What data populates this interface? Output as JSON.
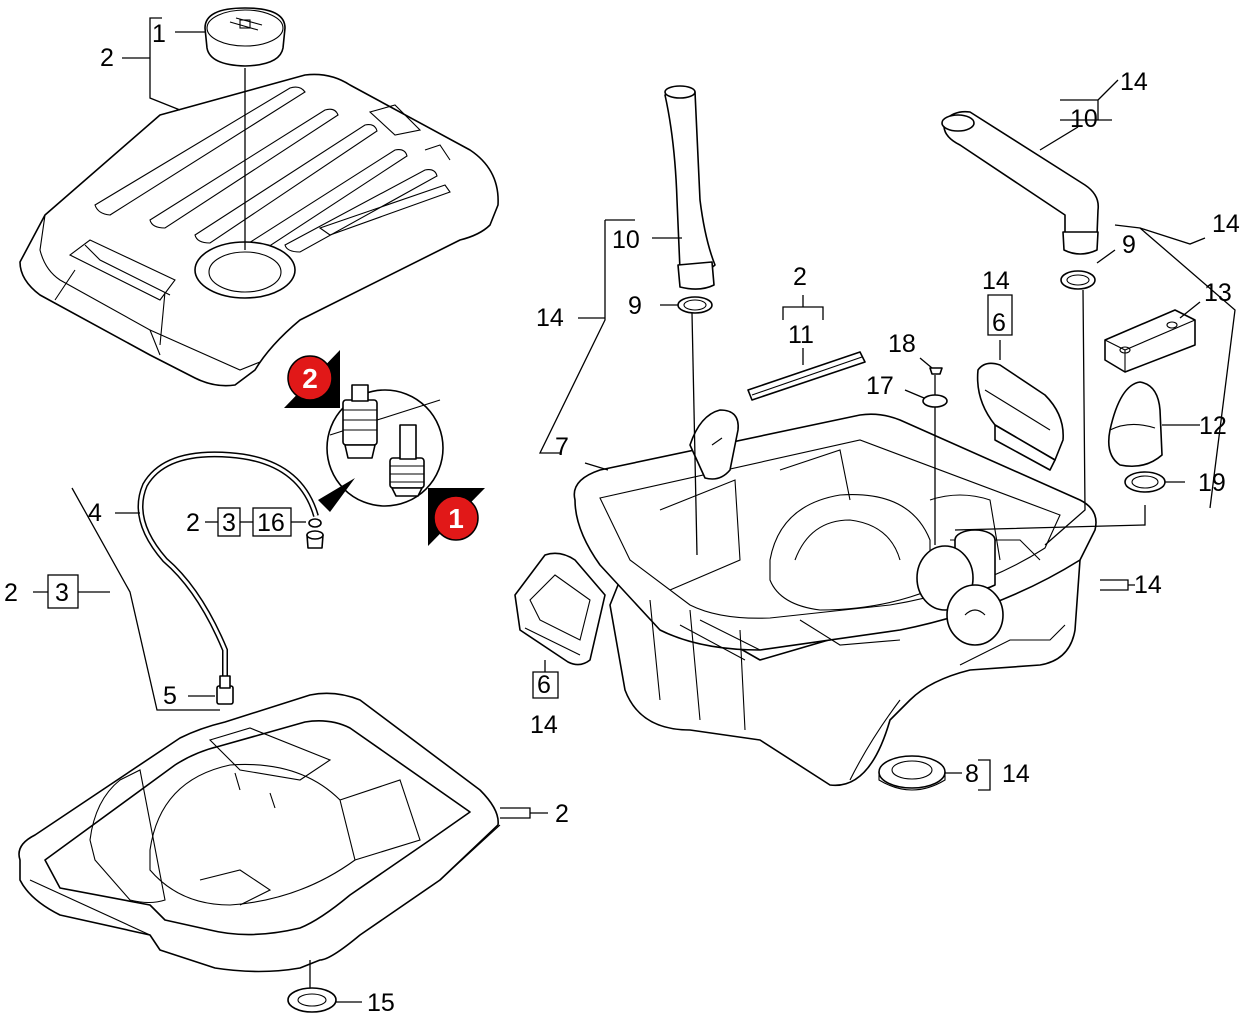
{
  "colors": {
    "badge": "#e11818",
    "ink": "#000000",
    "background": "#ffffff"
  },
  "badges": [
    "2",
    "1"
  ],
  "labels": {
    "top_cover_1": "1",
    "top_cover_2": "2",
    "hose_4": "4",
    "kit_2_left": "2",
    "kit_3_left": "3",
    "part_5": "5",
    "inset_2": "2",
    "inset_3": "3",
    "inset_16": "16",
    "bottom_pan_2": "2",
    "part_15": "15",
    "left_group_14": "14",
    "tube_10_left": "10",
    "oring_9_left": "9",
    "body_7": "7",
    "kit_2_center": "2",
    "strip_11": "11",
    "screw_18": "18",
    "washer_17": "17",
    "latch_14_top": "14",
    "latch_6_top": "6",
    "latch_6_bottom": "6",
    "latch_14_bottom": "14",
    "elbow_14": "14",
    "elbow_10": "10",
    "oring_9_right": "9",
    "right_group_14": "14",
    "cap_13": "13",
    "cap_12": "12",
    "oring_19": "19",
    "body_side_14": "14",
    "ring_8": "8",
    "ring_8_14": "14"
  }
}
